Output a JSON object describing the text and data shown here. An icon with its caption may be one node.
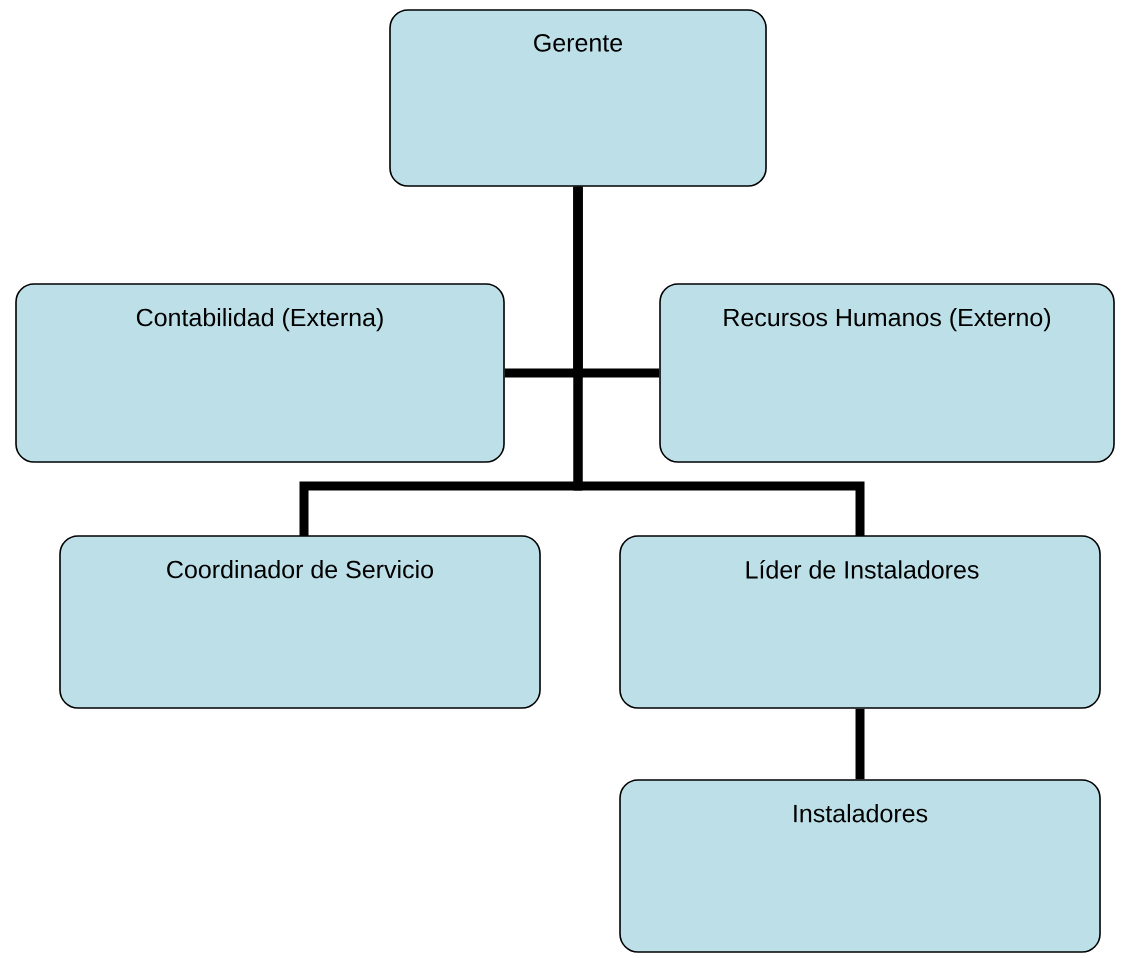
{
  "diagram": {
    "nodes": [
      {
        "text": [
          "Gerente"
        ]
      },
      {
        "text": [
          "Contabilidad (Externa)"
        ]
      },
      {
        "text": [
          "Recursos Humanos (Externo)"
        ]
      },
      {
        "text": [
          "Coordinador de Servicio"
        ]
      },
      {
        "text": [
          "Líder de Instaladores"
        ]
      },
      {
        "text": [
          "Instaladores"
        ]
      }
    ],
    "edges": [
      {
        "from": 0,
        "to": 1,
        "arrow": "none"
      },
      {
        "from": 0,
        "to": 2,
        "arrow": "none"
      },
      {
        "from": 0,
        "to": 3,
        "arrow": "none"
      },
      {
        "from": 0,
        "to": 4,
        "arrow": "none"
      },
      {
        "from": 4,
        "to": 5,
        "arrow": "none"
      }
    ]
  }
}
